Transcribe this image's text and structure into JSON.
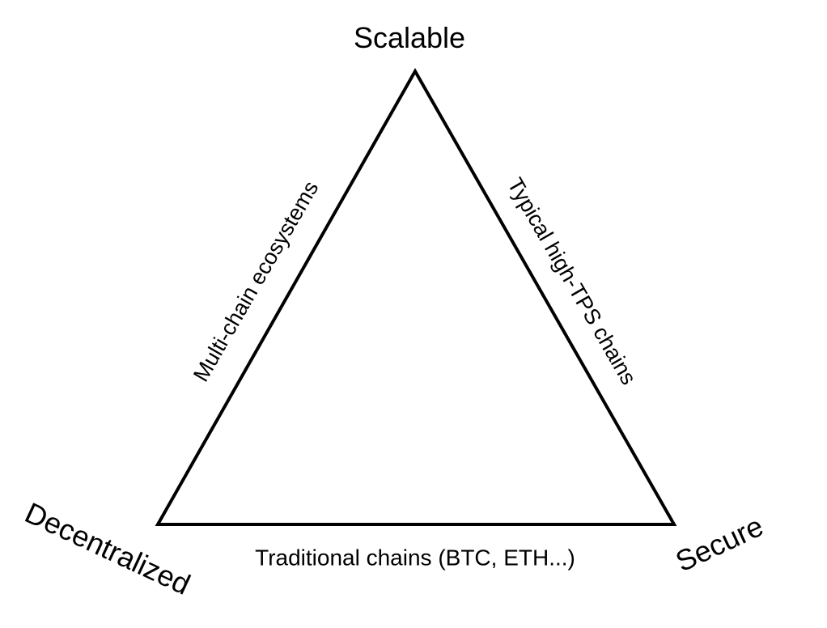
{
  "diagram": {
    "type": "triangle-trilemma",
    "colors": {
      "background": "#ffffff",
      "line": "#000000",
      "text": "#000000"
    },
    "vertices": {
      "top": {
        "label": "Scalable"
      },
      "bottom_left": {
        "label": "Decentralized"
      },
      "bottom_right": {
        "label": "Secure"
      }
    },
    "edges": {
      "left": {
        "label": "Multi-chain ecosystems"
      },
      "right": {
        "label": "Typical high-TPS chains"
      },
      "bottom": {
        "label": "Traditional chains (BTC, ETH...)"
      }
    }
  }
}
